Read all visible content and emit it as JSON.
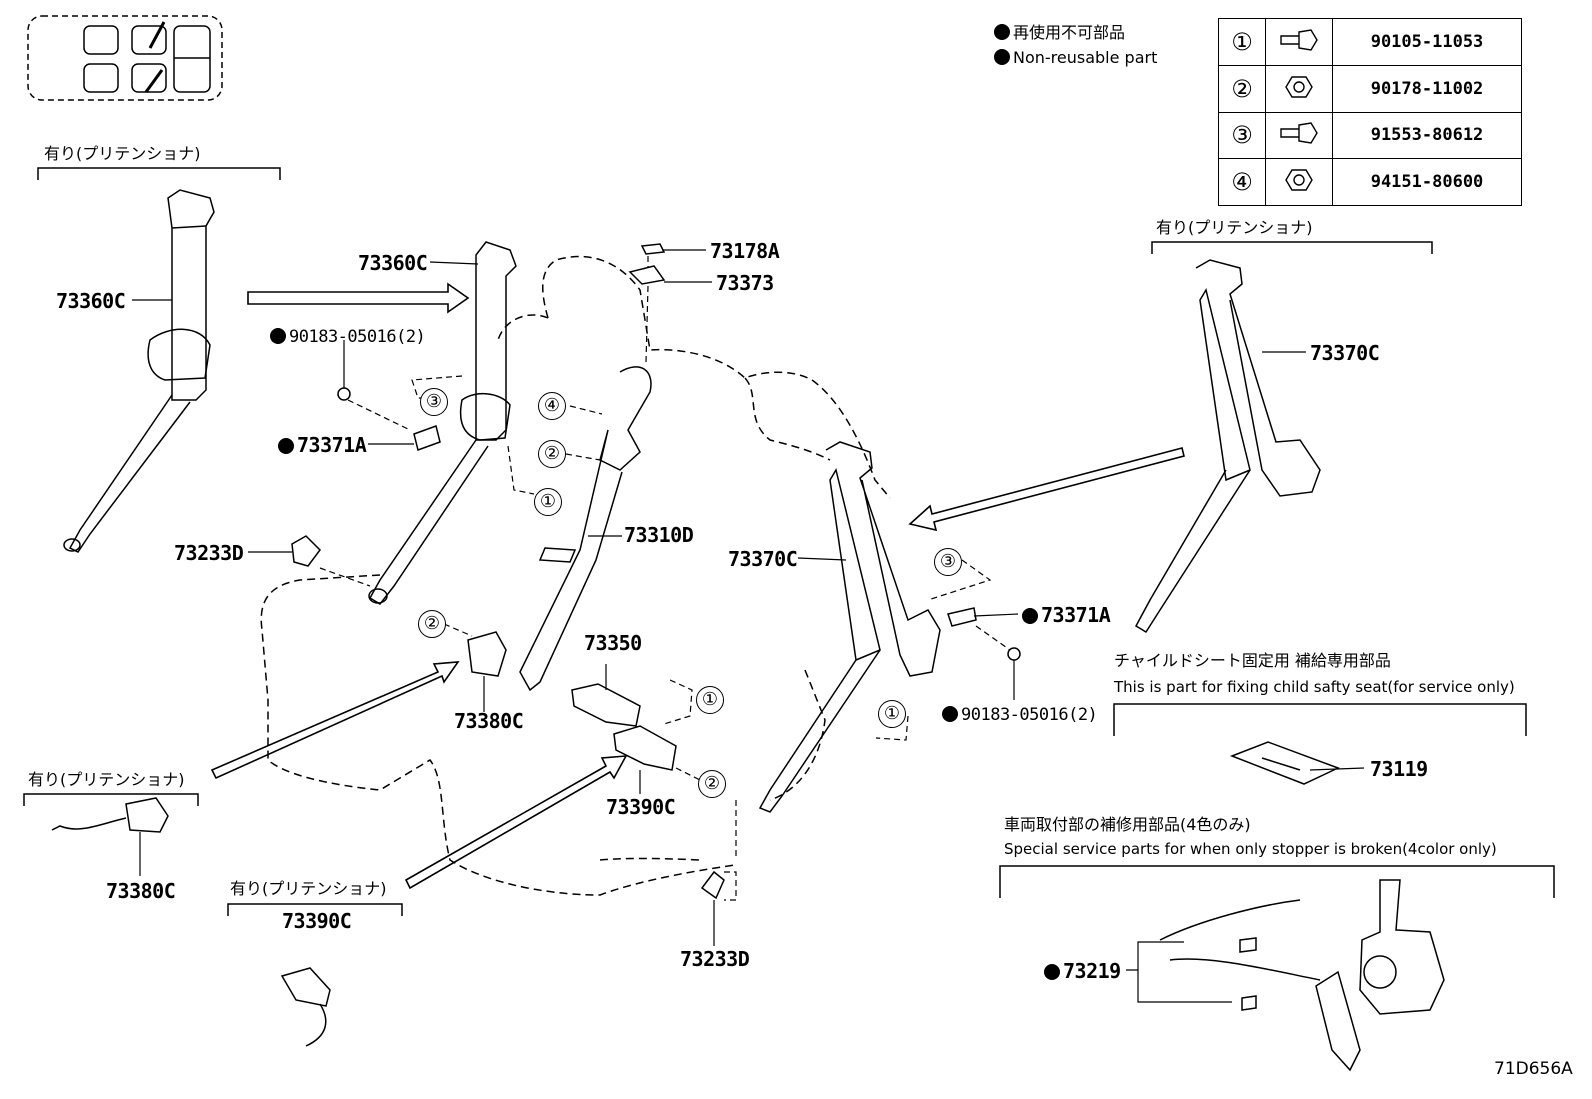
{
  "legend_note": {
    "ja": "再使用不可部品",
    "en": "Non-reusable part"
  },
  "fastener_table": [
    {
      "ref": "①",
      "icon": "bolt-icon",
      "part": "90105-11053"
    },
    {
      "ref": "②",
      "icon": "nut-icon",
      "part": "90178-11002"
    },
    {
      "ref": "③",
      "icon": "bolt-icon",
      "part": "91553-80612"
    },
    {
      "ref": "④",
      "icon": "nut-icon",
      "part": "94151-80600"
    }
  ],
  "headers": {
    "pretensioner": "有り(プリテンショナ)",
    "child_seat_ja": "チャイルドシート固定用 補給専用部品",
    "child_seat_en": "This is part for fixing child safty seat(for service only)",
    "stopper_ja": "車両取付部の補修用部品(4色のみ)",
    "stopper_en": "Special service parts for when only stopper is broken(4color only)"
  },
  "part_labels": {
    "p73360C_left": "73360C",
    "p73360C_mid": "73360C",
    "p90183_left": "90183-05016(2)",
    "p73371A_left": "73371A",
    "p73233D_top": "73233D",
    "p73178A": "73178A",
    "p73373": "73373",
    "p73310D": "73310D",
    "p73370C_mid": "73370C",
    "p73370C_right": "73370C",
    "p73371A_right": "73371A",
    "p90183_right": "90183-05016(2)",
    "p73350": "73350",
    "p73380C_mid": "73380C",
    "p73390C_mid": "73390C",
    "p73380C_bottom": "73380C",
    "p73390C_bottom": "73390C",
    "p73233D_bottom": "73233D",
    "p73119": "73119",
    "p73219": "73219"
  },
  "callouts": {
    "c1": "①",
    "c2": "②",
    "c3": "③",
    "c4": "④"
  },
  "figure_id": "71D656A"
}
